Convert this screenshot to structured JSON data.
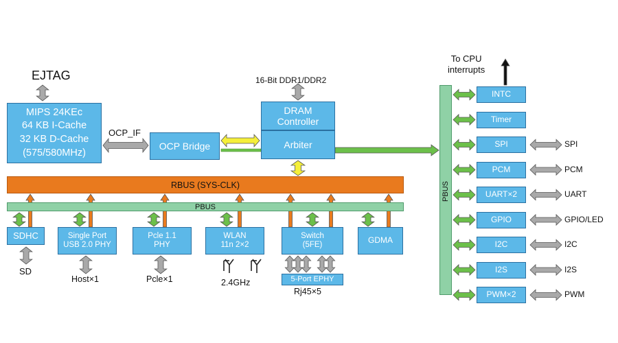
{
  "colors": {
    "block_fill": "#5cb8e8",
    "block_border": "#2a6fa0",
    "rbus": "#e97a1e",
    "pbus": "#8fd1a6",
    "green_arrow": "#6cc04a",
    "gray_arrow": "#a9a9a9",
    "yellow_arrow": "#f5ef3a"
  },
  "labels": {
    "ejtag": "EJTAG",
    "mips": "MIPS 24KEc\n64 KB I-Cache\n32 KB D-Cache\n(575/580MHz)",
    "ocp_if": "OCP_IF",
    "ocp_bridge": "OCP Bridge",
    "ddr": "16-Bit DDR1/DDR2",
    "dram_controller": "DRAM\nController",
    "arbiter": "Arbiter",
    "to_cpu": "To CPU\ninterrupts",
    "rbus": "RBUS (SYS-CLK)",
    "pbus_h": "PBUS",
    "pbus_v": "PBUS",
    "sdhc": "SDHC",
    "sd": "SD",
    "usb": "Single Port\nUSB 2.0 PHY",
    "host": "Host×1",
    "pcie": "Pcle  1.1\nPHY",
    "pcie_count": "Pcle×1",
    "wlan": "WLAN\n11n  2×2",
    "wlan_freq": "2.4GHz",
    "switch": "Switch\n(5FE)",
    "ephy": "5-Port EPHY",
    "rj45": "Rj45×5",
    "gdma": "GDMA"
  },
  "peripherals": [
    {
      "name": "INTC",
      "ext": ""
    },
    {
      "name": "Timer",
      "ext": ""
    },
    {
      "name": "SPI",
      "ext": "SPI"
    },
    {
      "name": "PCM",
      "ext": "PCM"
    },
    {
      "name": "UART×2",
      "ext": "UART"
    },
    {
      "name": "GPIO",
      "ext": "GPIO/LED"
    },
    {
      "name": "I2C",
      "ext": "I2C"
    },
    {
      "name": "I2S",
      "ext": "I2S"
    },
    {
      "name": "PWM×2",
      "ext": "PWM"
    }
  ]
}
